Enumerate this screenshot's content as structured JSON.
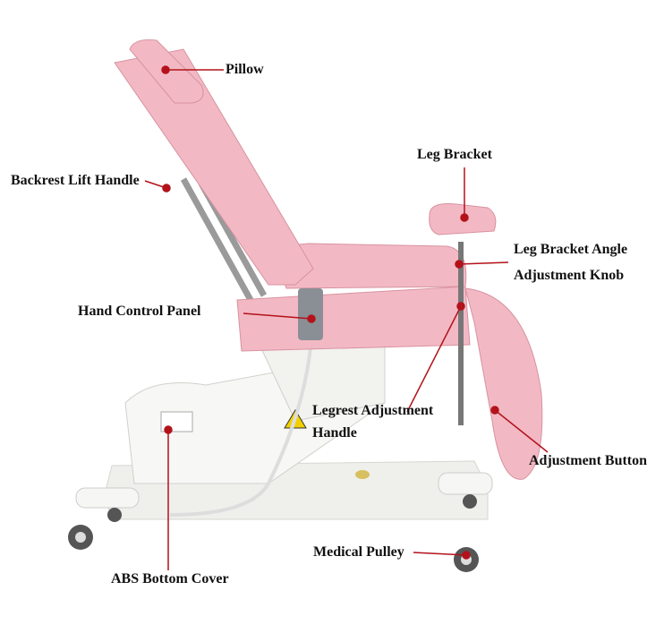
{
  "labels": {
    "pillow": "Pillow",
    "backrest_lift_handle": "Backrest Lift Handle",
    "leg_bracket": "Leg Bracket",
    "leg_bracket_angle_1": "Leg Bracket Angle",
    "leg_bracket_angle_2": "Adjustment Knob",
    "hand_control_panel": "Hand Control Panel",
    "legrest_adjustment_1": "Legrest Adjustment",
    "legrest_adjustment_2": "Handle",
    "adjustment_button": "Adjustment Button",
    "medical_pulley": "Medical Pulley",
    "abs_bottom_cover": "ABS Bottom Cover"
  },
  "colors": {
    "upholstery": "#f2b9c4",
    "base": "#f4f4f2",
    "leader": "#b3121b"
  }
}
